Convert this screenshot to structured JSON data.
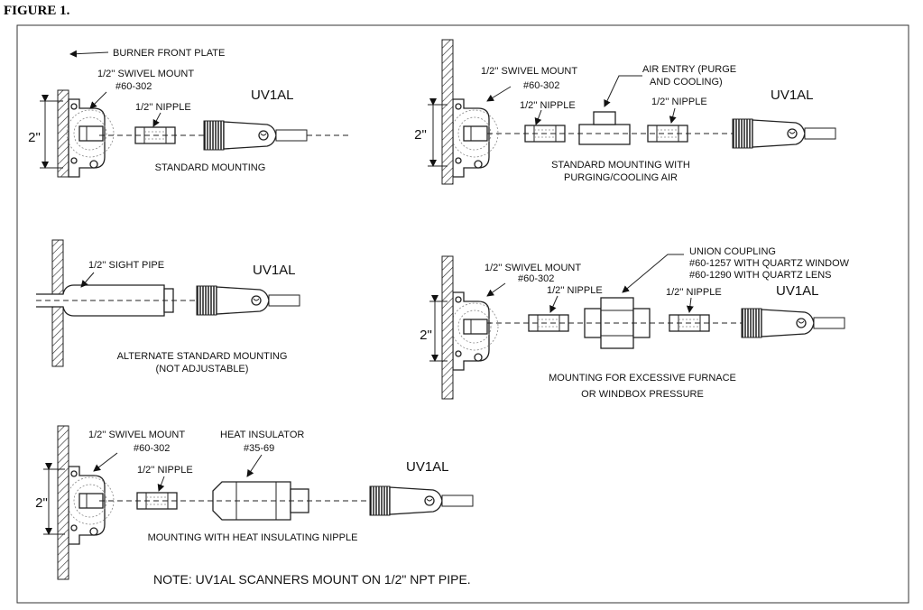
{
  "figure_title": "FIGURE 1.",
  "note": "NOTE: UV1AL SCANNERS MOUNT ON 1/2\" NPT PIPE.",
  "panels": {
    "standard": {
      "burner_plate": "BURNER FRONT PLATE",
      "swivel_mount": "1/2'' SWIVEL MOUNT",
      "swivel_part": "#60-302",
      "nipple": "1/2'' NIPPLE",
      "scanner": "UV1AL",
      "dimension": "2\"",
      "caption": "STANDARD MOUNTING"
    },
    "purging": {
      "swivel_mount": "1/2'' SWIVEL MOUNT",
      "swivel_part": "#60-302",
      "nipple_left": "1/2'' NIPPLE",
      "air_entry_1": "AIR ENTRY (PURGE",
      "air_entry_2": "AND COOLING)",
      "nipple_right": "1/2'' NIPPLE",
      "scanner": "UV1AL",
      "dimension": "2\"",
      "caption_1": "STANDARD MOUNTING WITH",
      "caption_2": "PURGING/COOLING AIR"
    },
    "sight_pipe": {
      "pipe": "1/2'' SIGHT PIPE",
      "scanner": "UV1AL",
      "caption_1": "ALTERNATE STANDARD MOUNTING",
      "caption_2": "(NOT ADJUSTABLE)"
    },
    "pressure": {
      "union_1": "UNION COUPLING",
      "union_2": "#60-1257 WITH QUARTZ WINDOW",
      "union_3": "#60-1290 WITH QUARTZ LENS",
      "swivel_mount": "1/2'' SWIVEL MOUNT",
      "swivel_part": "#60-302",
      "nipple_left": "1/2'' NIPPLE",
      "nipple_right": "1/2'' NIPPLE",
      "scanner": "UV1AL",
      "dimension": "2\"",
      "caption_1": "MOUNTING FOR EXCESSIVE FURNACE",
      "caption_2": "OR WINDBOX PRESSURE"
    },
    "heat_insulator": {
      "swivel_mount": "1/2'' SWIVEL MOUNT",
      "swivel_part": "#60-302",
      "insulator": "HEAT INSULATOR",
      "insulator_part": "#35-69",
      "nipple": "1/2'' NIPPLE",
      "scanner": "UV1AL",
      "dimension": "2\"",
      "caption": "MOUNTING WITH HEAT INSULATING NIPPLE"
    }
  }
}
